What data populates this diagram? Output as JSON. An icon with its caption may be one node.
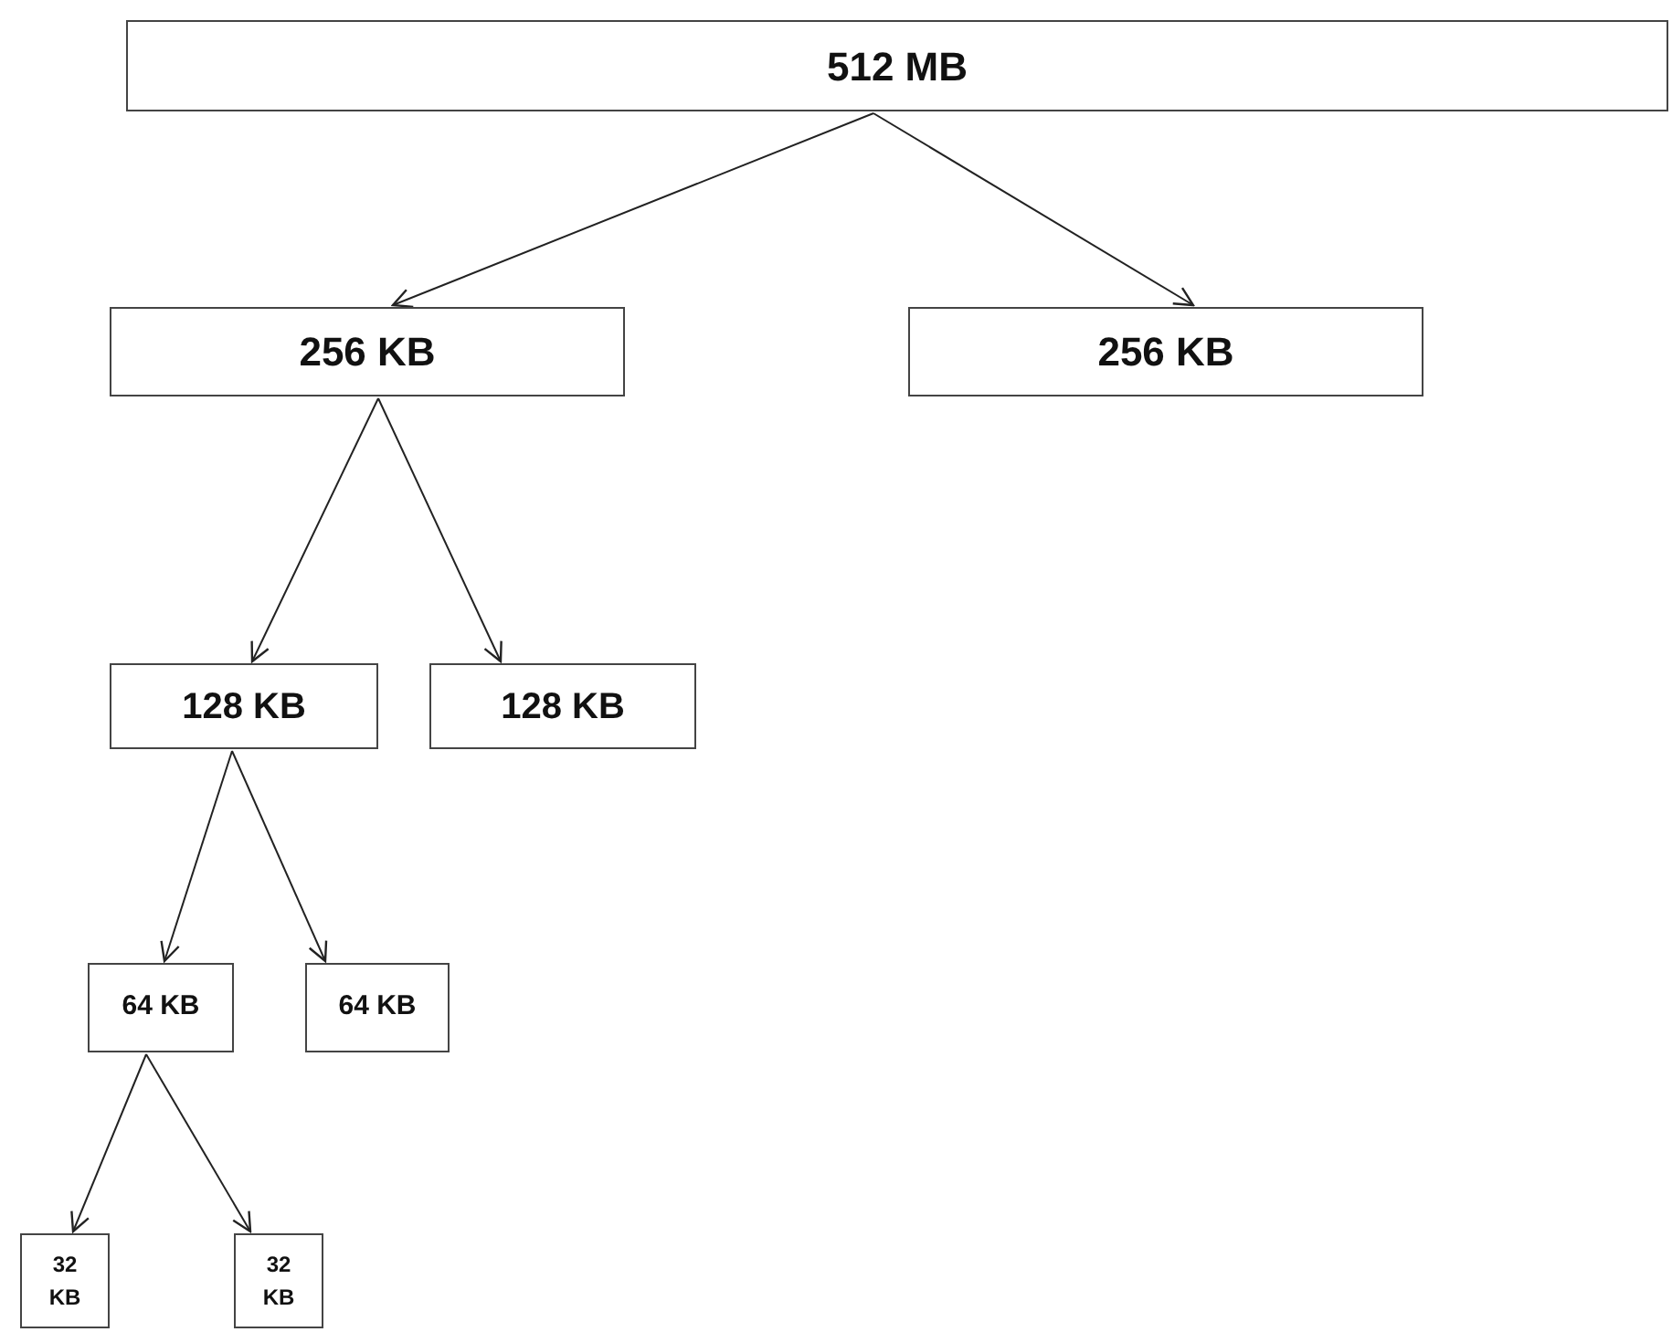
{
  "diagram": {
    "nodes": [
      {
        "text": [
          "512 MB"
        ]
      },
      {
        "text": [
          "256 KB"
        ]
      },
      {
        "text": [
          "256 KB"
        ]
      },
      {
        "text": [
          "128 KB"
        ]
      },
      {
        "text": [
          "128 KB"
        ]
      },
      {
        "text": [
          "64 KB"
        ]
      },
      {
        "text": [
          "64 KB"
        ]
      },
      {
        "text": [
          "32 KB"
        ]
      },
      {
        "text": [
          "32 KB"
        ]
      }
    ],
    "edges": [
      {
        "from": 0,
        "to": 1,
        "arrow": "to"
      },
      {
        "from": 0,
        "to": 2,
        "arrow": "to"
      },
      {
        "from": 1,
        "to": 3,
        "arrow": "to"
      },
      {
        "from": 1,
        "to": 4,
        "arrow": "to"
      },
      {
        "from": 3,
        "to": 5,
        "arrow": "to"
      },
      {
        "from": 3,
        "to": 6,
        "arrow": "to"
      },
      {
        "from": 5,
        "to": 7,
        "arrow": "to"
      },
      {
        "from": 5,
        "to": 8,
        "arrow": "to"
      }
    ]
  }
}
